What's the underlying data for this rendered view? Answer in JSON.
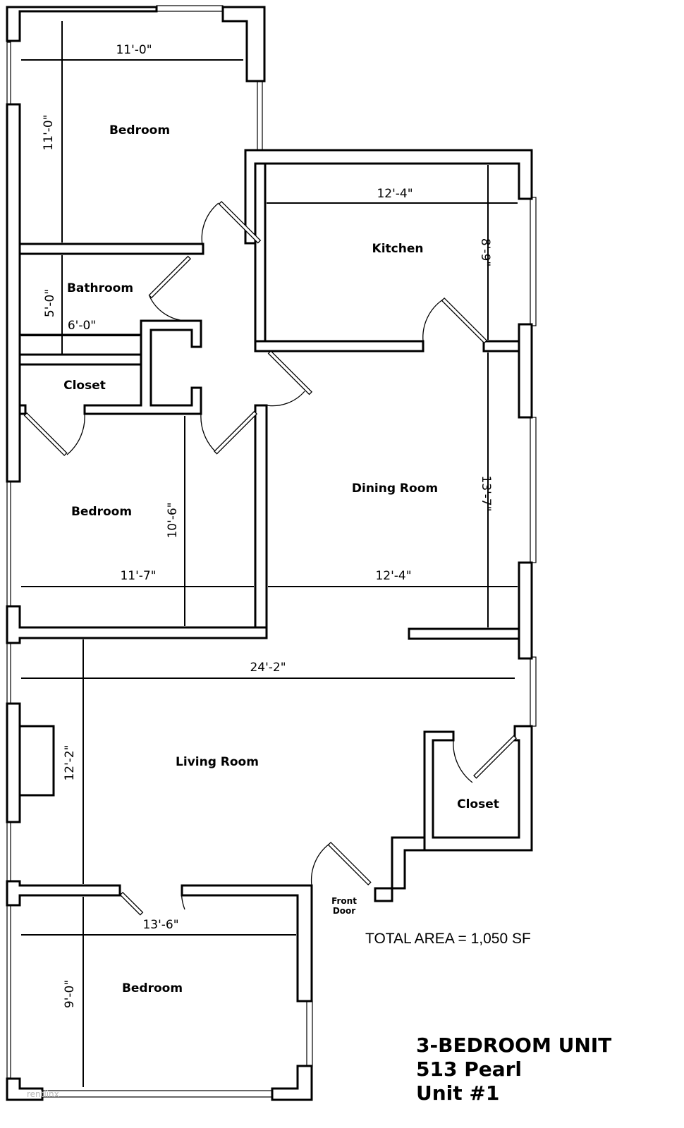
{
  "rooms": {
    "bedroom_top": "Bedroom",
    "bathroom": "Bathroom",
    "closet_left": "Closet",
    "bedroom_middle": "Bedroom",
    "kitchen": "Kitchen",
    "dining_room": "Dining Room",
    "living_room": "Living Room",
    "closet_right": "Closet",
    "bedroom_bottom": "Bedroom"
  },
  "dimensions": {
    "bedroom_top_width": "11'-0\"",
    "bedroom_top_height": "11'-0\"",
    "kitchen_width": "12'-4\"",
    "kitchen_height": "8'-9\"",
    "bathroom_height": "5'-0\"",
    "bathroom_width": "6'-0\"",
    "bedroom_middle_height": "10'-6\"",
    "bedroom_middle_width": "11'-7\"",
    "dining_width": "12'-4\"",
    "dining_height": "13'-7\"",
    "living_width": "24'-2\"",
    "living_height": "12'-2\"",
    "bedroom_bottom_width": "13'-6\"",
    "bedroom_bottom_height": "9'-0\""
  },
  "front_door": [
    "Front",
    "Door"
  ],
  "total_area": "TOTAL AREA = 1,050 SF",
  "title": {
    "line1": "3-BEDROOM UNIT",
    "line2": "513 Pearl",
    "line3": "Unit #1"
  },
  "watermark": "rentlinx"
}
